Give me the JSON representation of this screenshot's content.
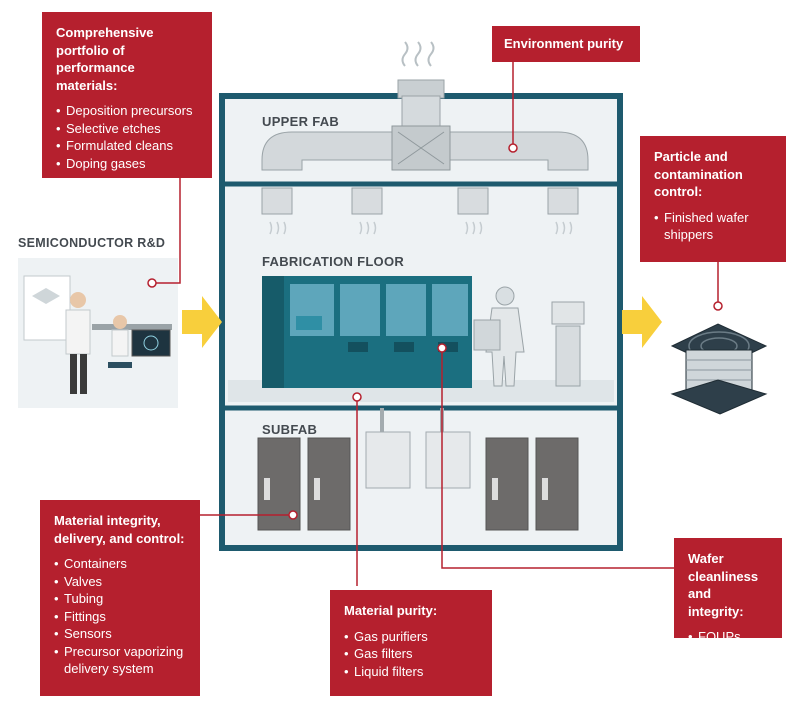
{
  "colors": {
    "callout_red": "#b5202e",
    "building_frame": "#1e5a6e",
    "equipment_teal": "#1b6f80",
    "arrow_yellow": "#f8cf3c",
    "connector_line": "#b5202e"
  },
  "labels": {
    "semiconductor_rd": "SEMICONDUCTOR R&D",
    "upper_fab": "UPPER FAB",
    "fabrication_floor": "FABRICATION FLOOR",
    "subfab": "SUBFAB"
  },
  "callouts": {
    "performance_materials": {
      "title_lines": [
        "Comprehensive",
        "portfolio of",
        "performance materials:"
      ],
      "items": [
        "Deposition precursors",
        "Selective etches",
        "Formulated cleans",
        "Doping gases"
      ]
    },
    "environment_purity": {
      "title": "Environment purity"
    },
    "particle_control": {
      "title_lines": [
        "Particle and",
        "contamination",
        "control:"
      ],
      "items": [
        "Finished wafer shippers"
      ]
    },
    "material_integrity": {
      "title_lines": [
        "Material integrity,",
        "delivery, and control:"
      ],
      "items": [
        "Containers",
        "Valves",
        "Tubing",
        "Fittings",
        "Sensors",
        "Precursor vaporizing delivery system"
      ]
    },
    "material_purity": {
      "title": "Material purity:",
      "items": [
        "Gas purifiers",
        "Gas filters",
        "Liquid filters"
      ]
    },
    "wafer_cleanliness": {
      "title_lines": [
        "Wafer",
        "cleanliness",
        "and integrity:"
      ],
      "items": [
        "FOUPs"
      ]
    }
  },
  "icons": [
    "scientist-figure",
    "computer-workstation",
    "cleanroom-worker",
    "wafer-shipper-icon",
    "air-duct",
    "gas-cabinet",
    "fan-filter-unit"
  ]
}
